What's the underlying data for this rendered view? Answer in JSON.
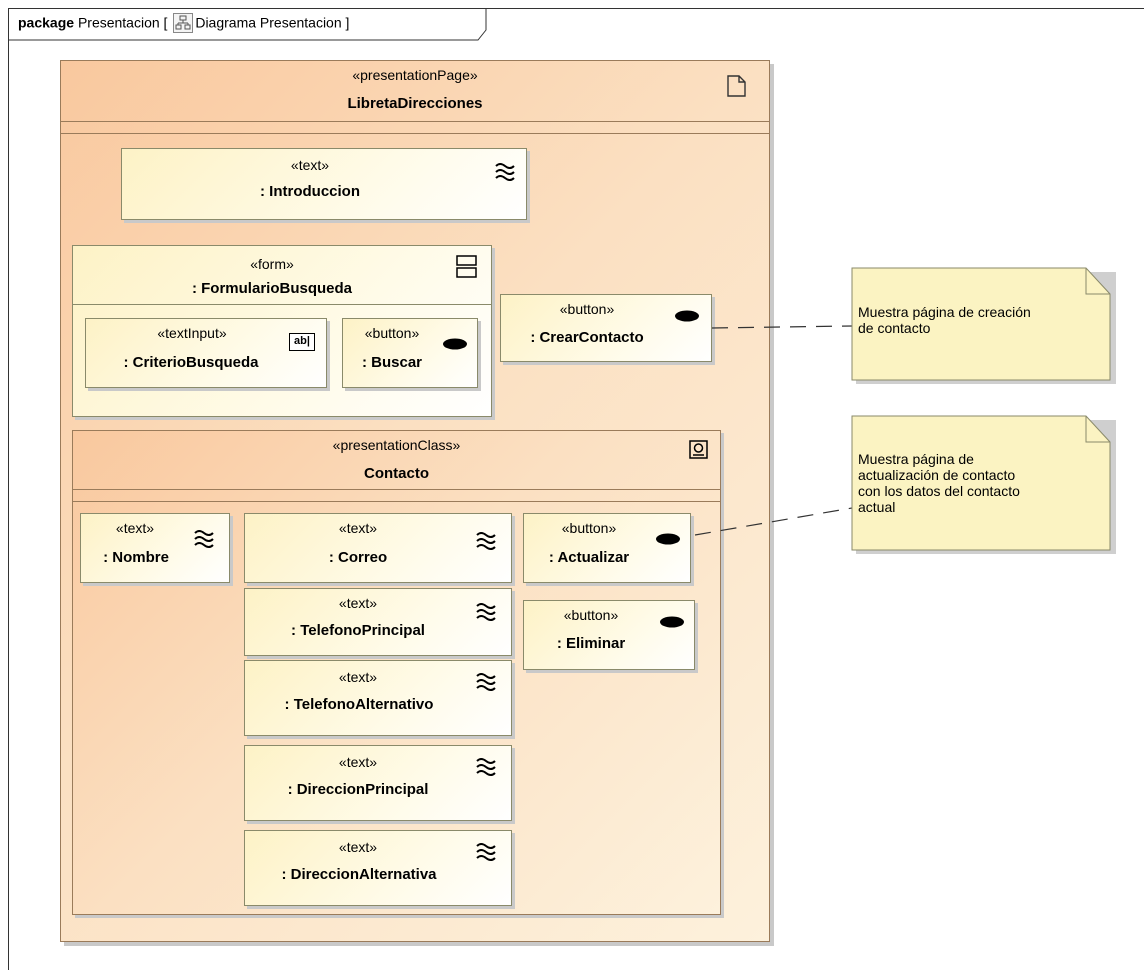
{
  "package": {
    "keyword": "package",
    "name": "Presentacion",
    "open_bracket": "[",
    "diagram_name": "Diagrama Presentacion",
    "close_bracket": "]"
  },
  "page": {
    "stereotype": "«presentationPage»",
    "name": "LibretaDirecciones"
  },
  "introduccion": {
    "stereotype": "«text»",
    "name": ": Introduccion"
  },
  "form": {
    "stereotype": "«form»",
    "name": ": FormularioBusqueda"
  },
  "criterio": {
    "stereotype": "«textInput»",
    "name": ": CriterioBusqueda",
    "icon_text": "ab|"
  },
  "buscar": {
    "stereotype": "«button»",
    "name": ": Buscar"
  },
  "crear": {
    "stereotype": "«button»",
    "name": ": CrearContacto"
  },
  "contacto": {
    "stereotype": "«presentationClass»",
    "name": "Contacto"
  },
  "nombre": {
    "stereotype": "«text»",
    "name": ": Nombre"
  },
  "correo": {
    "stereotype": "«text»",
    "name": ": Correo"
  },
  "telefono_principal": {
    "stereotype": "«text»",
    "name": ": TelefonoPrincipal"
  },
  "telefono_alternativo": {
    "stereotype": "«text»",
    "name": ": TelefonoAlternativo"
  },
  "direccion_principal": {
    "stereotype": "«text»",
    "name": ": DireccionPrincipal"
  },
  "direccion_alternativa": {
    "stereotype": "«text»",
    "name": ": DireccionAlternativa"
  },
  "actualizar": {
    "stereotype": "«button»",
    "name": ": Actualizar"
  },
  "eliminar": {
    "stereotype": "«button»",
    "name": ": Eliminar"
  },
  "note1": {
    "lines": [
      "Muestra página de creación",
      "de contacto"
    ]
  },
  "note2": {
    "lines": [
      "Muestra página de",
      "actualización de contacto",
      "con los datos del contacto",
      "actual"
    ]
  }
}
